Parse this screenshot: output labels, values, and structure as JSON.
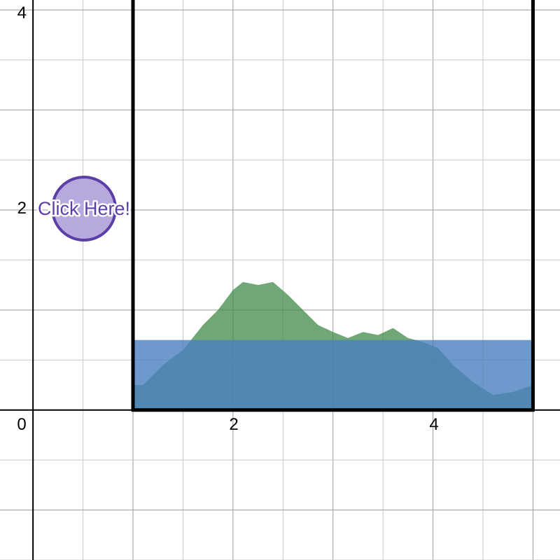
{
  "graph": {
    "axes": {
      "x_tick_labels": [
        "0",
        "2",
        "4"
      ],
      "y_tick_labels": [
        "4",
        "2"
      ]
    },
    "colors": {
      "grid_minor": "#c8c8c8",
      "grid_major": "#9a9a9a",
      "axis": "#000000",
      "water": "#4a7fbf",
      "terrain": "#3f8a48",
      "button_fill": "#b7a8de",
      "button_stroke": "#5b3fa6",
      "button_text": "#5b3fa6"
    }
  },
  "click_button": {
    "label": "Click Here!"
  },
  "chart_data": {
    "type": "area",
    "xlim": [
      -0.33,
      5.27
    ],
    "ylim": [
      -1.5,
      4.1
    ],
    "grid": true,
    "container_x": [
      1,
      5
    ],
    "container_height": 0.7,
    "series": [
      {
        "x": [
          1.0,
          1.1,
          1.3,
          1.5,
          1.7,
          1.85,
          2.0,
          2.1,
          2.25,
          2.4,
          2.55,
          2.7,
          2.85,
          3.0,
          3.15,
          3.3,
          3.45,
          3.6,
          3.75,
          3.9,
          4.05,
          4.2,
          4.4,
          4.6,
          4.8,
          5.0
        ],
        "y": [
          0.25,
          0.25,
          0.45,
          0.6,
          0.85,
          1.0,
          1.2,
          1.28,
          1.25,
          1.28,
          1.15,
          1.0,
          0.85,
          0.78,
          0.72,
          0.78,
          0.75,
          0.82,
          0.72,
          0.68,
          0.62,
          0.45,
          0.28,
          0.15,
          0.18,
          0.25
        ]
      }
    ]
  }
}
